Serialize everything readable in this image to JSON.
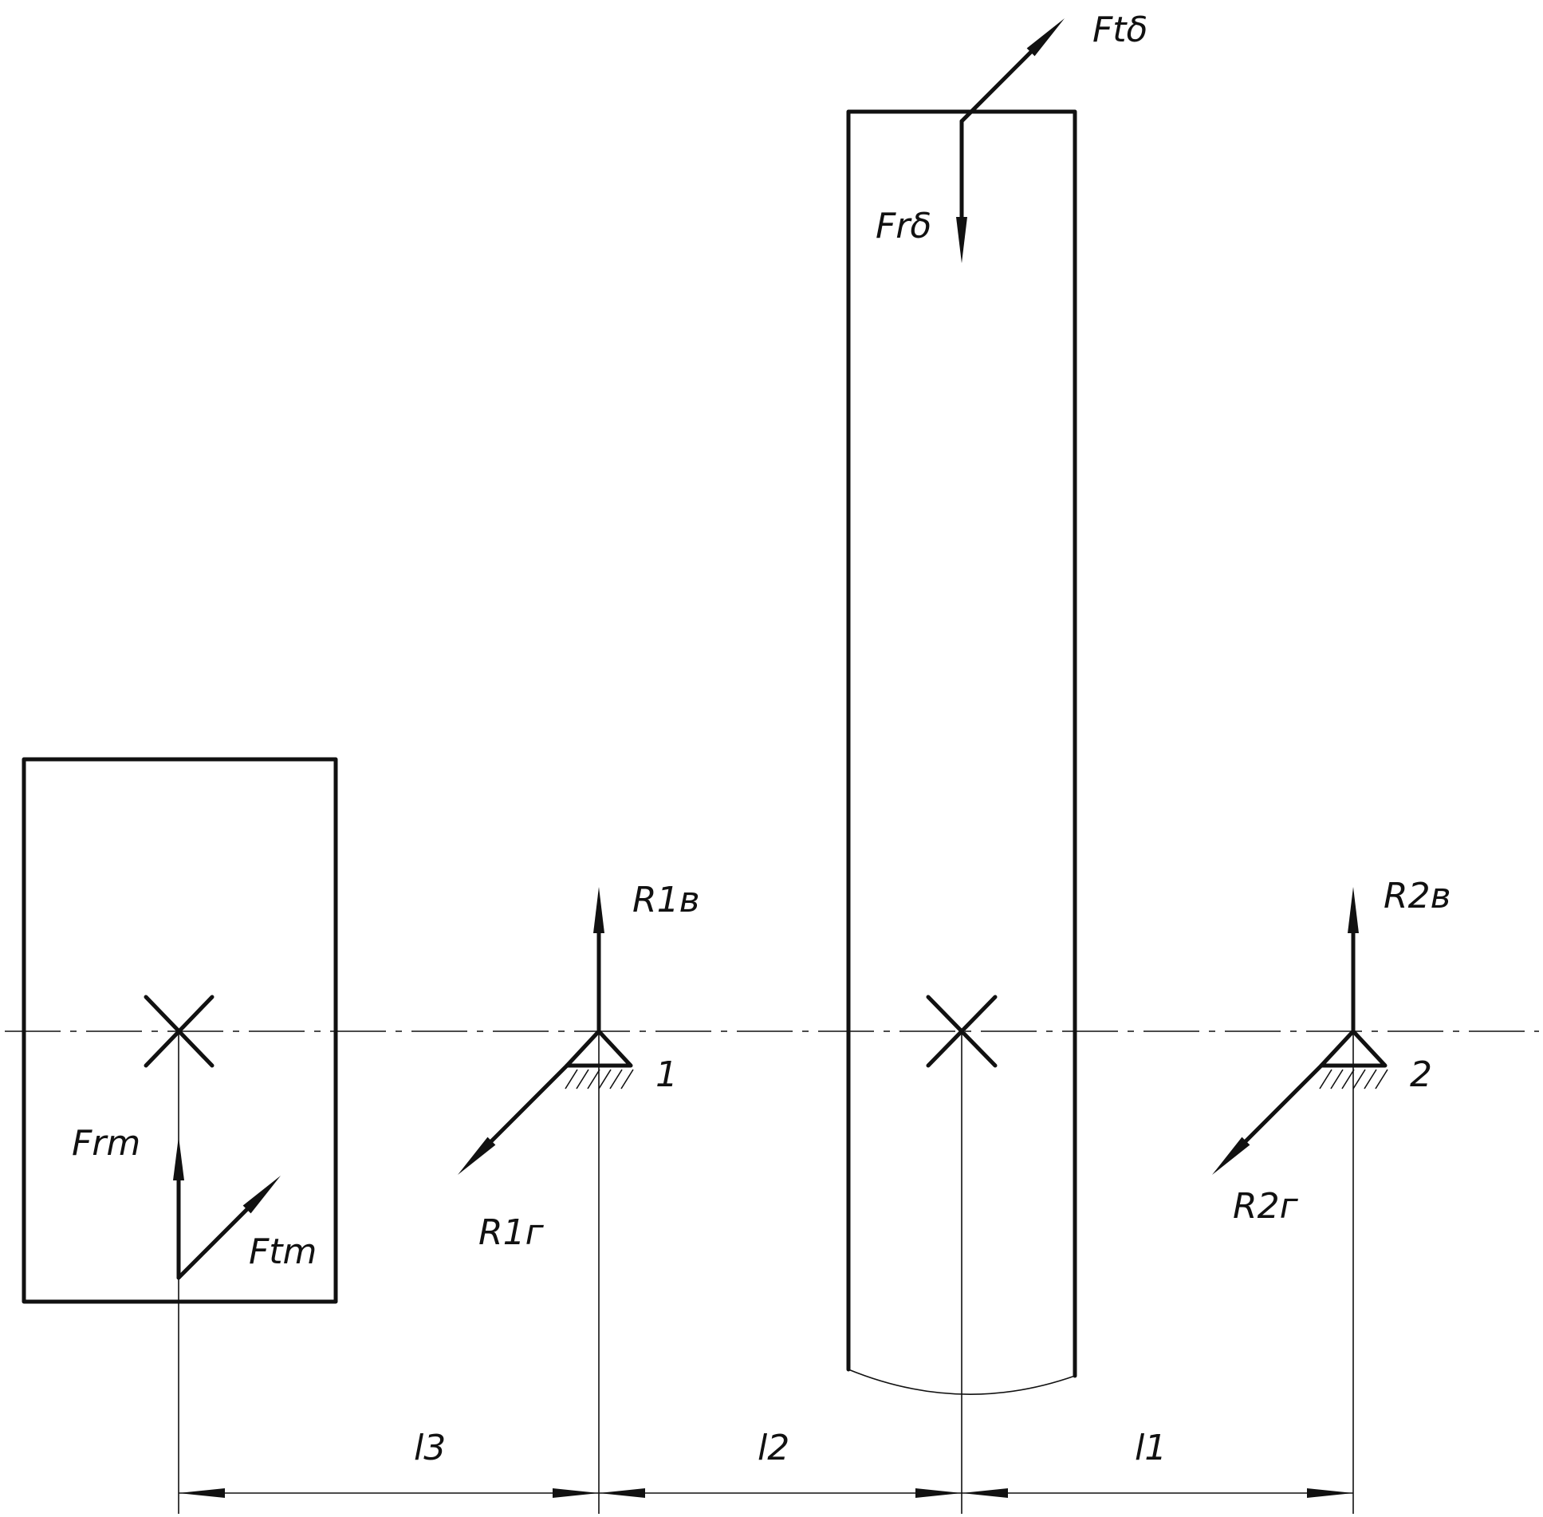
{
  "labels": {
    "ft_large": "Ftδ",
    "fr_large": "Frδ",
    "fr_small": "Frm",
    "ft_small": "Ftm",
    "r1_vertical": "R1в",
    "r1_horizontal": "R1г",
    "r2_vertical": "R2в",
    "r2_horizontal": "R2г",
    "support_1": "1",
    "support_2": "2"
  },
  "dimensions": {
    "l3": "l3",
    "l2": "l2",
    "l1": "l1"
  }
}
